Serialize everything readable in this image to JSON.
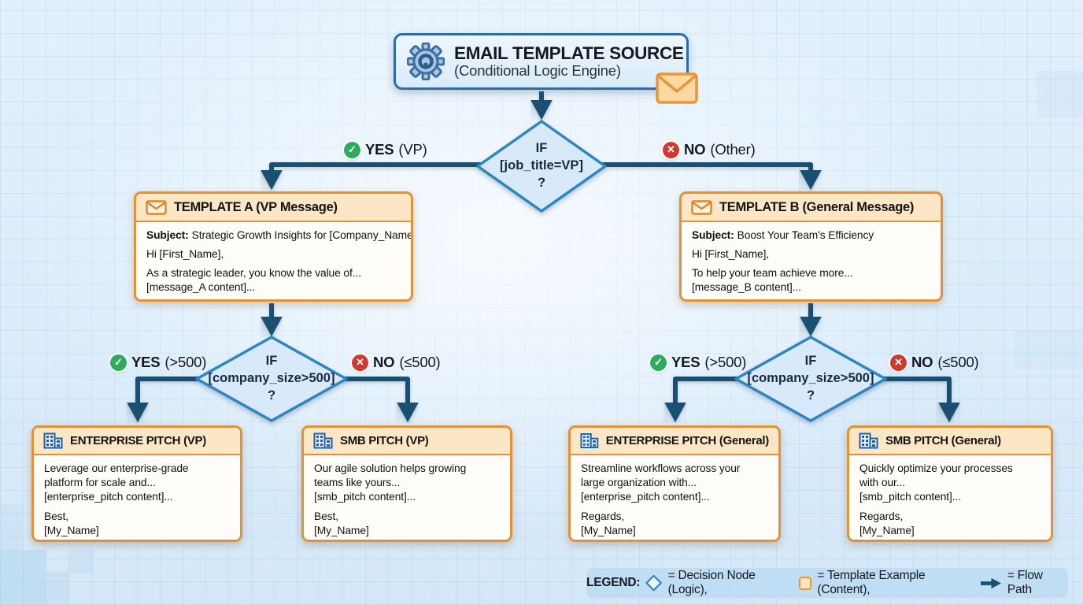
{
  "header": {
    "title": "EMAIL TEMPLATE SOURCE",
    "subtitle": "(Conditional Logic Engine)"
  },
  "decision1": {
    "text": "IF\n[job_title=VP]\n?"
  },
  "decision2": {
    "text": "IF\n[company_size>500]\n?"
  },
  "decision3": {
    "text": "IF\n[company_size>500]\n?"
  },
  "branch_labels": {
    "d1_yes": {
      "word": "YES",
      "note": "(VP)"
    },
    "d1_no": {
      "word": "NO",
      "note": "(Other)"
    },
    "d2_yes": {
      "word": "YES",
      "note": "(>500)"
    },
    "d2_no": {
      "word": "NO",
      "note": "(≤500)"
    },
    "d3_yes": {
      "word": "YES",
      "note": "(>500)"
    },
    "d3_no": {
      "word": "NO",
      "note": "(≤500)"
    }
  },
  "template_a": {
    "title": "TEMPLATE A (VP Message)",
    "subject_label": "Subject:",
    "subject_text": "Strategic Growth Insights for [Company_Name]",
    "greeting": "Hi [First_Name],",
    "body": "As a strategic leader, you know the value of...\n[message_A content]..."
  },
  "template_b": {
    "title": "TEMPLATE B (General Message)",
    "subject_label": "Subject:",
    "subject_text": "Boost Your Team's Efficiency",
    "greeting": "Hi [First_Name],",
    "body": "To help your team achieve more...\n[message_B content]..."
  },
  "pitch_enterprise_vp": {
    "title": "ENTERPRISE PITCH (VP)",
    "body": "Leverage our enterprise-grade\nplatform for scale and...\n[enterprise_pitch content]...",
    "signoff": "Best,\n[My_Name]"
  },
  "pitch_smb_vp": {
    "title": "SMB PITCH (VP)",
    "body": "Our agile solution helps growing\nteams like yours...\n[smb_pitch content]...",
    "signoff": "Best,\n[My_Name]"
  },
  "pitch_enterprise_gen": {
    "title": "ENTERPRISE PITCH (General)",
    "body": "Streamline workflows across your\nlarge organization with...\n[enterprise_pitch content]...",
    "signoff": "Regards,\n[My_Name]"
  },
  "pitch_smb_gen": {
    "title": "SMB PITCH (General)",
    "body": "Quickly optimize your processes\nwith our...\n[smb_pitch content]...",
    "signoff": "Regards,\n[My_Name]"
  },
  "legend": {
    "label": "LEGEND:",
    "decision_item": "= Decision Node (Logic),",
    "template_item": "= Template Example (Content),",
    "flow_item": "= Flow Path"
  },
  "icons": {
    "check": "✓",
    "cross": "✕"
  },
  "colors": {
    "flow_line": "#1b4f72",
    "diamond_border": "#2e86c1",
    "diamond_fill": "#d8eaf9",
    "template_border": "#e39137",
    "template_header_bg": "#fbe6c6",
    "yes_green": "#2eac5b",
    "no_red": "#cf3a2e"
  }
}
